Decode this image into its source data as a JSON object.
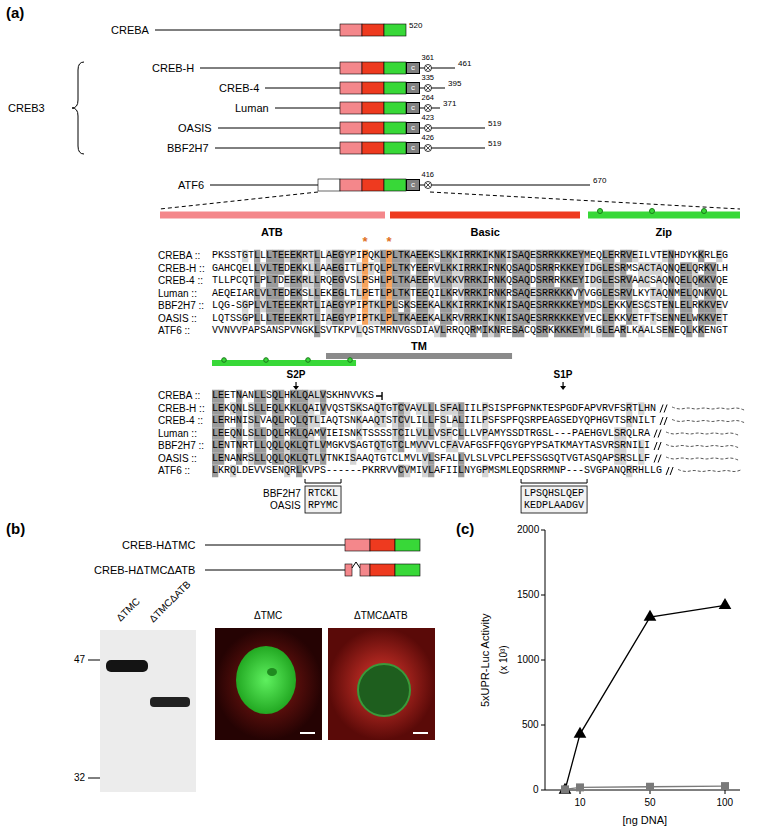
{
  "diagram": {
    "nodes": [
      {
        "text": [
          "c"
        ]
      },
      {
        "text": [
          "c"
        ]
      },
      {
        "text": [
          "c"
        ]
      },
      {
        "text": [
          "c"
        ]
      },
      {
        "text": [
          "c"
        ]
      },
      {
        "text": [
          "c"
        ]
      }
    ],
    "labels": [
      "(a)",
      "CREBA",
      "520",
      "CREB3",
      "CREB-H",
      "361",
      "461",
      "CREB-4",
      "335",
      "395",
      "Luman",
      "264",
      "371",
      "OASIS",
      "423",
      "519",
      "BBF2H7",
      "426",
      "519",
      "ATF6",
      "416",
      "670",
      "ATB",
      "Basic",
      "Zip",
      "*",
      "*",
      "CREBA ::",
      "PKSSTGTLLLTEEEKRTLLAEGYPIPQKLPLTKAEEKSLKKIRRKIKNKISAQESRRKKKEYMEQLERRVEILVTENHDYKKRLEG",
      "CREB-H ::",
      "GAHCQELLVLTEDEKKLLAAEGITLPTQLPLTKYEERVLKKIRRKIRNKQSAQDSRRRKKEYIDGLESRMSACTAQNQELQRKVLH",
      "CREB-4 ::",
      "TLLPCQTLPLTDEEKRLLRQEGVSLPSHLPLTKAEERVLKKVRRKIRNKQSAQDSRRRKKEYIDGLESRVAACSAQNQELQKKVQE",
      "Luman ::",
      "AEQEIARLVLTEDEKSLLEKEGLTLPETLPLTKTEEQILKRVRRKIRNKRSAQESRRKKKVYVGGLESRVLKYTAQNMELQNKVQL",
      "BBF2H7 ::",
      "LQG-SGPLVLTEEEKRTLIAEGYPIPTKLPLSKSEEKALKKIRRKIKNKISAQESRRKKKEYMDSLEKKVESCSTENLELRKKVEV",
      "OASIS ::",
      "LQTSSGPLLLTEEEKRTLIAEGYPIPTKLPLTKAEEKALKRVRRKIKNKISAQESRRKKKEYVECLEKKVETFTSENNELWKKVET",
      "ATF6 ::",
      "VVNVVPAPSANSPVNGKLSVTKPVLQSTMRNVGSDIAVLRRQQRMIKNRESACQSRKKKKEYMLGLEARLKAALSENEQLKKENGT",
      "TM",
      "S2P",
      "S1P",
      "CREBA ::",
      "LEETNANLLSQLHKLQALVSKHNVVKS",
      "CREB-H ::",
      "LEKQNLSLLEQLKKLQAIVVQSTSKSAQTGTCVAVLLLSFALIILPSISPFGPNKTESPGDFAPVRVFSRTLHN",
      "CREB-4 ::",
      "LERHNISLVAQLRQLQTLIAQTSNKAAQTSTCVLILLFSLALIILPSFSPFQSRPEAGSEDYQPHGVTSRNILT",
      "Luman ::",
      "LEEQNLSLLDQLRKLQAMVIEISNKTSSSSTCILVLLVSFCLLLVPAMYSSDTRGSL---PAEHGVLSRQLRA",
      "BBF2H7 ::",
      "LENTNRTLLQQLQKLQTLVMGKVSAGTQTGTCLMVVVLCFAVAFGSFFQGYGPYPSATKMAYTASVRSRNILI",
      "OASIS ::",
      "LENANRSLLQQLQKLQTLVTNKISAAQTGTCLMVLVLSFALLVLSLVPCLPEFSSGSQTVGTASQAPSRSLLF",
      "ATF6 ::",
      "LKRQLDEVVSENQRLKVPS------PKRRVVCVMIVLAFIILNYGPMSMLEQDSRRMNP---SVGPANQRRHLLG",
      "BBF2H7",
      "OASIS",
      "RTCKL",
      "RPYMC",
      "LPSQHSLQEP",
      "KEDPLAADGV",
      "(b)",
      "CREB-HΔTMC",
      "CREB-HΔTMCΔATB",
      "ΔTMC",
      "ΔTMCΔATB",
      "47",
      "32",
      "ΔTMC",
      "ΔTMCΔATB",
      "(c)",
      "5xUPR-Luc Activity",
      "(x 10³)",
      "2000",
      "1500",
      "1000",
      "500",
      "0",
      "10",
      "50",
      "100",
      "[ng DNA]"
    ]
  }
}
